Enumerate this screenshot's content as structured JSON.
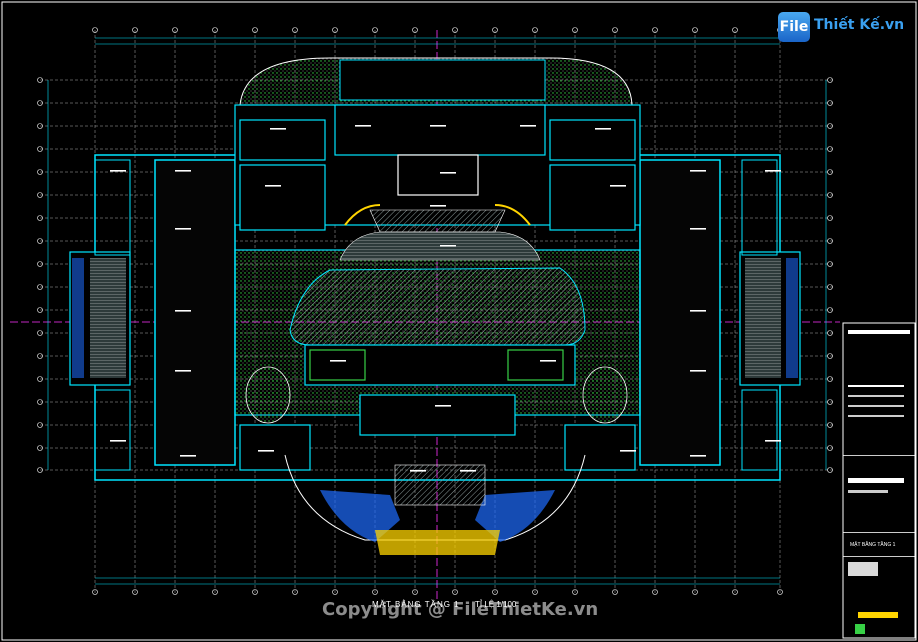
{
  "watermark_logo": {
    "badge": "File",
    "text": "Thiết Kế.vn"
  },
  "drawing": {
    "plan_title": "MẶT BẰNG TẦNG 1",
    "scale": "TỈ LỆ 1/100"
  },
  "copyright": "Copyright @ FileThietKe.vn",
  "title_block": {
    "sheet_name": "MẶT BẰNG TẦNG 1"
  },
  "colors": {
    "background": "#000000",
    "wall": "#00e5ff",
    "grid": "#e8e8e8",
    "axis": "#ff33ff",
    "hatch": "#9aa",
    "stage": "#ffd400",
    "water": "#1e6cff",
    "landscape": "#37d046"
  }
}
